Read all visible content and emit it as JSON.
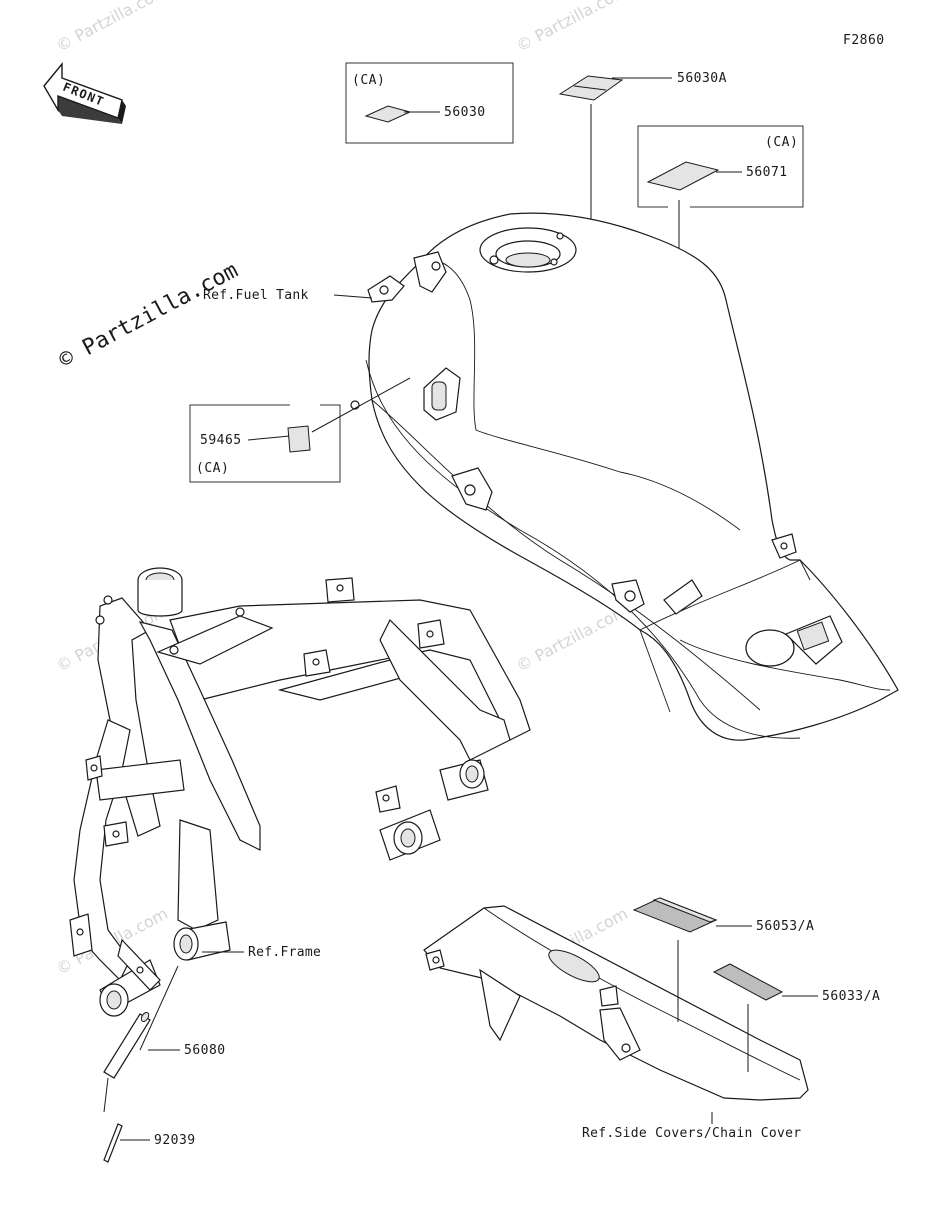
{
  "diagram": {
    "figure_code": "F2860",
    "front_label": "FRONT",
    "watermark": "© Partzilla.com",
    "region_marks": {
      "ca_56030": "(CA)",
      "ca_56071": "(CA)",
      "ca_59465": "(CA)"
    },
    "parts": {
      "p56030": "56030",
      "p56030a": "56030A",
      "p56071": "56071",
      "p59465": "59465",
      "p56053a": "56053/A",
      "p56033a": "56033/A",
      "p56080": "56080",
      "p92039": "92039"
    },
    "refs": {
      "fuel_tank": "Ref.Fuel Tank",
      "frame": "Ref.Frame",
      "side_covers": "Ref.Side Covers/Chain Cover"
    }
  }
}
